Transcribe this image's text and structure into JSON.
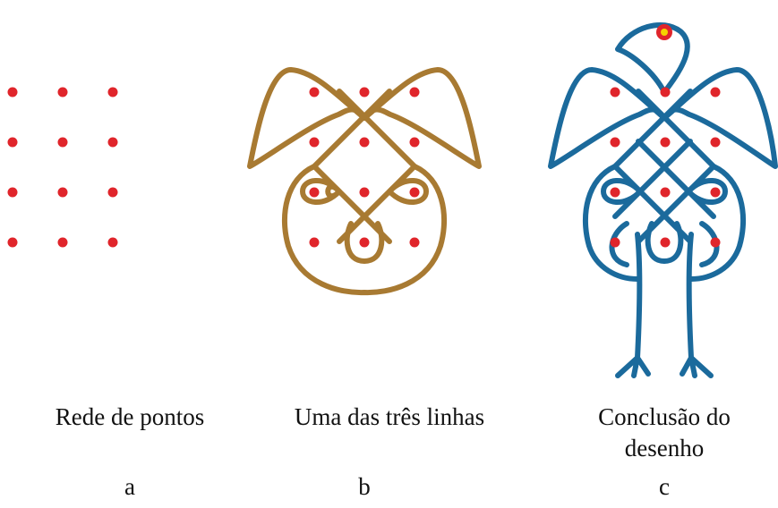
{
  "colors": {
    "dot": "#e0252b",
    "line_b": "#a87a32",
    "line_c": "#1b6a9c",
    "eye_outer": "#e0252b",
    "eye_inner": "#f5d300",
    "text": "#111111"
  },
  "panels": [
    {
      "id": "a",
      "caption": "Rede de pontos",
      "letter": "a",
      "dots": 12
    },
    {
      "id": "b",
      "caption": "Uma das três linhas",
      "letter": "b",
      "dots": 12
    },
    {
      "id": "c",
      "caption_line1": "Conclusão do",
      "caption_line2": "desenho",
      "letter": "c",
      "dots": 12
    }
  ]
}
